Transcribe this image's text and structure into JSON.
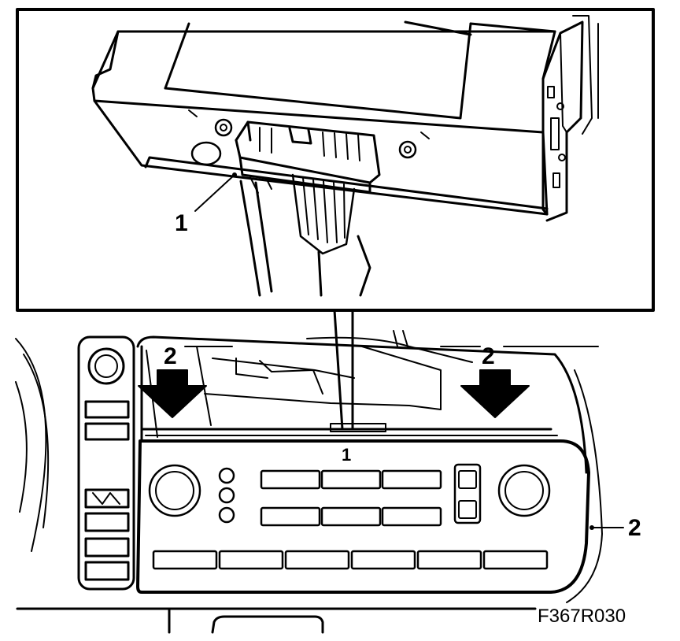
{
  "figure_id": "F367R030",
  "callouts": {
    "connector_label": "1",
    "connector_label_lower": "1",
    "clip_left": "2",
    "clip_right": "2",
    "housing_right": "2"
  },
  "colors": {
    "ink": "#000000",
    "paper": "#ffffff",
    "shade": "#1a1a1a"
  }
}
